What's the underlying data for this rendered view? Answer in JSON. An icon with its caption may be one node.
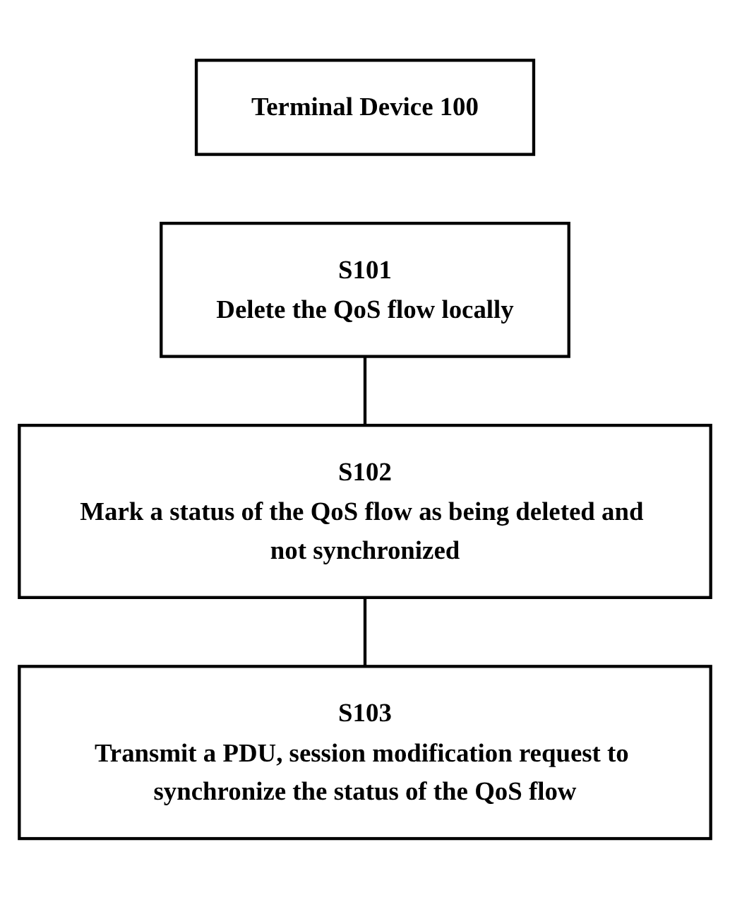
{
  "diagram": {
    "nodes": [
      {
        "text": [
          "Terminal Device 100"
        ]
      },
      {
        "text": [
          "S101",
          "Delete the QoS flow locally"
        ]
      },
      {
        "text": [
          "S102",
          "Mark a status of the QoS flow as being deleted and not synchronized"
        ]
      },
      {
        "text": [
          "S103",
          "Transmit a PDU, session modification request to synchronize the status of the QoS flow"
        ]
      }
    ],
    "edges": [
      {
        "from": 1,
        "to": 2,
        "arrow": "none"
      },
      {
        "from": 2,
        "to": 3,
        "arrow": "none"
      }
    ]
  }
}
